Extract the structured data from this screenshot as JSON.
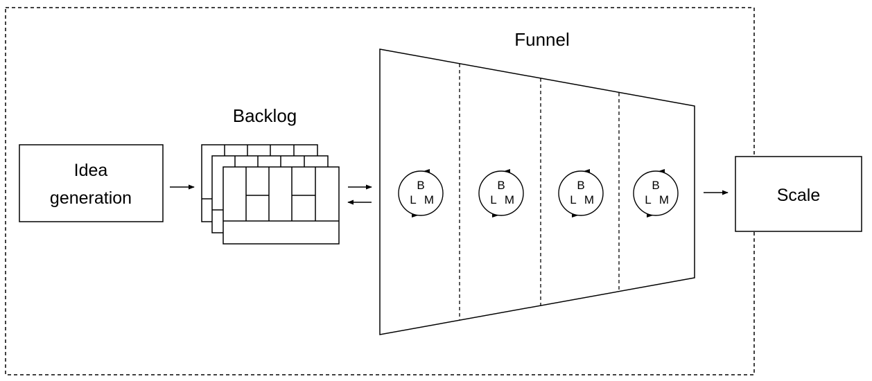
{
  "diagram": {
    "idea": {
      "line1": "Idea",
      "line2": "generation"
    },
    "backlog": {
      "label": "Backlog"
    },
    "funnel": {
      "label": "Funnel"
    },
    "scale": {
      "label": "Scale"
    },
    "cycles": [
      {
        "top": "B",
        "left": "L",
        "right": "M"
      },
      {
        "top": "B",
        "left": "L",
        "right": "M"
      },
      {
        "top": "B",
        "left": "L",
        "right": "M"
      },
      {
        "top": "B",
        "left": "L",
        "right": "M"
      }
    ]
  }
}
